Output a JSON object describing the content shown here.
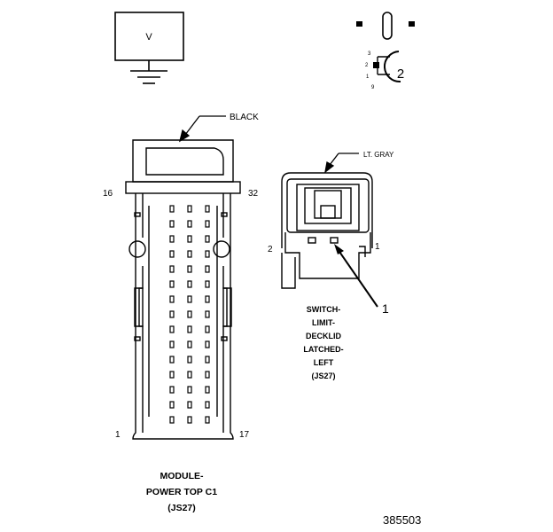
{
  "voltmeter": {
    "symbol": "V"
  },
  "connector_view_badge": {
    "number": "2",
    "cavity_numbers": [
      "3",
      "2",
      "1",
      "9"
    ]
  },
  "module_connector": {
    "color_label": "BLACK",
    "pin_top_left": "16",
    "pin_top_right": "32",
    "pin_bottom_left": "1",
    "pin_bottom_right": "17",
    "caption_lines": [
      "MODULE-",
      "POWER TOP C1",
      "(JS27)"
    ]
  },
  "switch_connector": {
    "color_label": "LT. GRAY",
    "pin_left": "2",
    "pin_right": "1",
    "callout": "1",
    "caption_lines": [
      "SWITCH-",
      "LIMIT-",
      "DECKLID",
      "LATCHED-",
      "LEFT",
      "(JS27)"
    ]
  },
  "figure_id": "385503"
}
